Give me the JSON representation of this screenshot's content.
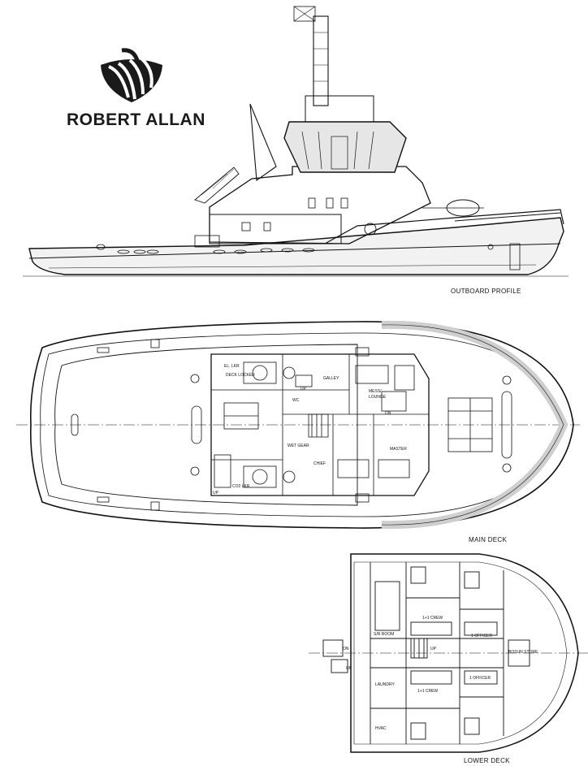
{
  "brand": {
    "name": "ROBERT ALLAN",
    "logo_icon": "striped-shield-logo-icon"
  },
  "views": {
    "outboard": "OUTBOARD PROFILE",
    "main": "MAIN DECK",
    "lower": "LOWER DECK"
  },
  "main_deck_rooms": {
    "el_lkr": "EL. LKR",
    "deck_locker": "DECK LOCKER",
    "galley": "GALLEY",
    "mess": "MESS/",
    "lounge": "LOUNGE",
    "wc": "WC",
    "wet_gear": "WET GEAR",
    "chief": "CHIEF",
    "master": "MASTER",
    "co2_lkr": "CO2 LKR",
    "up1": "UP",
    "up2": "UP",
    "dn": "DN"
  },
  "lower_deck_rooms": {
    "sr_room": "S/R ROOM",
    "crew_top": "1+1 CREW",
    "officer_top": "1 OFFICER",
    "bosun_store": "BOSUN STORE",
    "officer_bottom": "1 OFFICER",
    "crew_bottom": "1+1 CREW",
    "laundry": "LAUNDRY",
    "hvac": "HVAC",
    "on": "ON",
    "up1": "UP",
    "up2": "UP"
  },
  "colors": {
    "line": "#111111",
    "hull_fill": "#f2f2f2",
    "dark": "#1a1a1a"
  }
}
